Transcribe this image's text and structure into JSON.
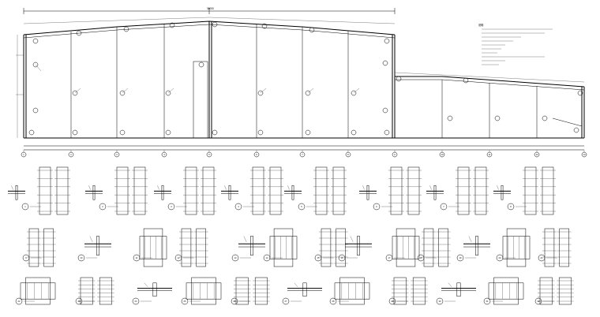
{
  "elevation": {
    "overall_dim": "36000",
    "notes_heading": "说明"
  },
  "grid_axes": [
    "1",
    "2",
    "3",
    "4",
    "5",
    "6",
    "7",
    "8",
    "9",
    "10",
    "11",
    "12",
    "13"
  ],
  "details": {
    "row1": [
      "1",
      "2",
      "3",
      "4",
      "5",
      "6",
      "7",
      "8"
    ],
    "row2": [
      "9",
      "10",
      "11",
      "12",
      "13",
      "14",
      "15",
      "16",
      "17",
      "18",
      "19",
      "20",
      "21"
    ],
    "row3": [
      "22",
      "23",
      "24",
      "25",
      "26",
      "27",
      "28",
      "29",
      "30",
      "31",
      "32"
    ]
  }
}
